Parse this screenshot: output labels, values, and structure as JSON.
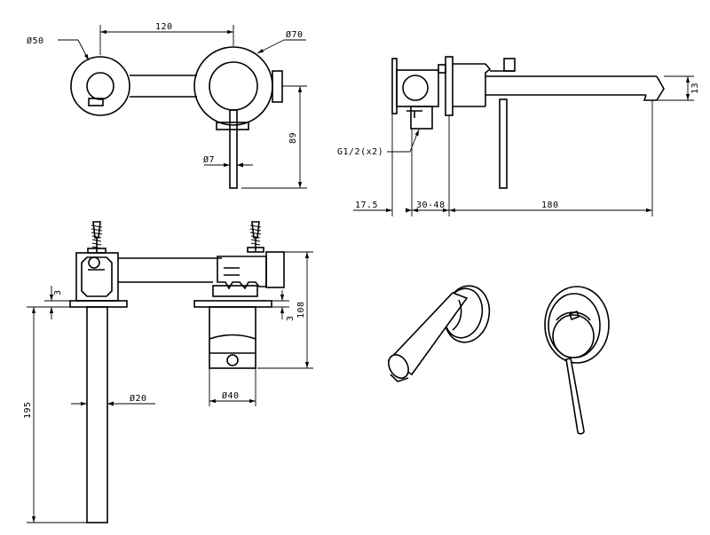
{
  "colors": {
    "line": "#000000",
    "background": "#ffffff"
  },
  "front_view": {
    "dim_spout_dia": "Ø50",
    "dim_centers": "120",
    "dim_plate_dia": "Ø70",
    "dim_lever_dia": "Ø7",
    "dim_height": "89"
  },
  "side_view": {
    "dim_spout_drop": "13",
    "thread_label": "G1/2(x2)",
    "dim_offset": "17.5",
    "dim_wall_range": "30-48",
    "dim_spout_length": "180"
  },
  "section_view": {
    "dim_plate_top": "3",
    "dim_plate_right": "3",
    "dim_body_depth": "108",
    "dim_spout_tube_dia": "Ø20",
    "dim_cartridge_dia": "Ø40",
    "dim_spout_length": "195"
  }
}
